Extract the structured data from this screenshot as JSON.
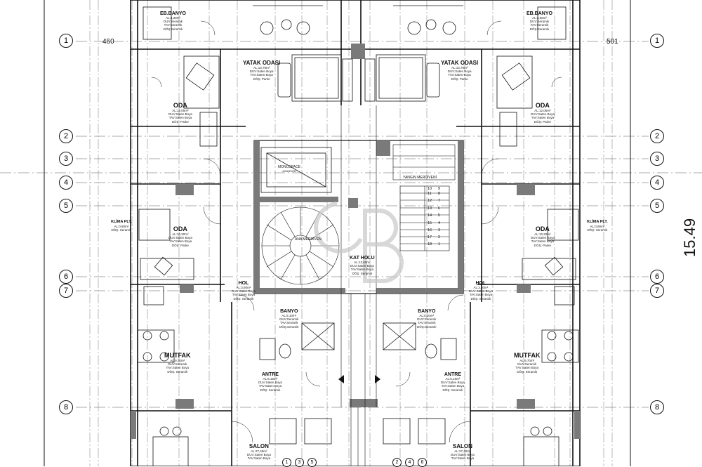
{
  "grid_axes": [
    "1",
    "2",
    "3",
    "4",
    "5",
    "6",
    "7",
    "8"
  ],
  "dimensions": {
    "left": "460",
    "right": "501"
  },
  "stair_steps": [
    "1",
    "2",
    "3",
    "4",
    "5",
    "6",
    "7",
    "8",
    "9",
    "10",
    "11",
    "12",
    "13",
    "14",
    "15",
    "16",
    "17",
    "18"
  ],
  "rooms": {
    "ebeveyn_banyo_l": {
      "name": "EB.BANYO",
      "lines": [
        "AL:3,30m²",
        "DUV:Seramik",
        "TAV:Seramik",
        "DÖŞ:Seramik"
      ]
    },
    "ebeveyn_banyo_r": {
      "name": "EB.BANYO",
      "lines": [
        "AL:3,30m²",
        "DUV:Seramik",
        "TAV:Seramik",
        "DÖŞ:Seramik"
      ]
    },
    "yatak_l": {
      "name": "YATAK ODASI",
      "lines": [
        "AL:13,78m²",
        "DUV:Saten Boya",
        "TAV:Saten Boya",
        "DÖŞ: Parke"
      ]
    },
    "yatak_r": {
      "name": "YATAK ODASI",
      "lines": [
        "AL:13,78m²",
        "DUV:Saten Boya",
        "TAV:Saten Boya",
        "DÖŞ: Parke"
      ]
    },
    "oda1_l": {
      "name": "ODA",
      "lines": [
        "AL:12,05m²",
        "DUV:Saten Boya",
        "TAV:Saten Boya",
        "DÖŞ: Parke"
      ]
    },
    "oda1_r": {
      "name": "ODA",
      "lines": [
        "AL:12,05m²",
        "DUV:Saten Boya",
        "TAV:Saten Boya",
        "DÖŞ: Parke"
      ]
    },
    "oda2_l": {
      "name": "ODA",
      "lines": [
        "AL:10,20m²",
        "DUV:Saten Boya",
        "TAV:Saten Boya",
        "DÖŞ: Parke"
      ]
    },
    "oda2_r": {
      "name": "ODA",
      "lines": [
        "AL:10,20m²",
        "DUV:Saten Boya",
        "TAV:Saten Boya",
        "DÖŞ: Parke"
      ]
    },
    "hol_l": {
      "name": "HOL",
      "lines": [
        "AL:3,60m²",
        "DUV:Saten Boya",
        "TAV:Saten Boya",
        "DÖŞ: Seramik"
      ]
    },
    "hol_r": {
      "name": "HOL",
      "lines": [
        "AL:3,60m²",
        "DUV:Saten Boya",
        "TAV:Saten Boya",
        "DÖŞ: Seramik"
      ]
    },
    "mutfak_l": {
      "name": "MUTFAK",
      "lines": [
        "AL:9,70m²",
        "DUV:Seramik",
        "TAV:Saten Boya",
        "DÖŞ: Seramik"
      ]
    },
    "mutfak_r": {
      "name": "MUTFAK",
      "lines": [
        "AL:9,70m²",
        "DUV:Seramik",
        "TAV:Saten Boya",
        "DÖŞ: Seramik"
      ]
    },
    "banyo_l": {
      "name": "BANYO",
      "lines": [
        "AL:5,10m²",
        "DUV:Seramik",
        "TAV:Seramik",
        "DÖŞ:Seramik"
      ]
    },
    "banyo_r": {
      "name": "BANYO",
      "lines": [
        "AL:5,10m²",
        "DUV:Seramik",
        "TAV:Seramik",
        "DÖŞ:Seramik"
      ]
    },
    "antre_l": {
      "name": "ANTRE",
      "lines": [
        "AL:6,15m²",
        "DUV:Saten Boya",
        "TAV:Saten Boya",
        "DÖŞ: Seramik"
      ]
    },
    "antre_r": {
      "name": "ANTRE",
      "lines": [
        "AL:6,15m²",
        "DUV:Saten Boya",
        "TAV:Saten Boya",
        "DÖŞ: Seramik"
      ]
    },
    "salon_l": {
      "name": "SALON",
      "lines": [
        "AL:27,40m²",
        "DUV:Saten Boya",
        "TAV:Saten Boya"
      ]
    },
    "salon_r": {
      "name": "SALON",
      "lines": [
        "AL:27,40m²",
        "DUV:Saten Boya",
        "TAV:Saten Boya"
      ]
    },
    "kat_holu": {
      "name": "KAT HOLU",
      "lines": [
        "AL:12,60m²",
        "DUV:Saten Boya",
        "TAV:Saten Boya",
        "DÖŞ: Seramik"
      ]
    },
    "klima_l": {
      "name": "KLİMA PLT.",
      "lines": [
        "AL:0,90m²",
        "DÖŞ: Seramik"
      ]
    },
    "klima_r": {
      "name": "KLİMA PLT.",
      "lines": [
        "AL:0,90m²",
        "DÖŞ: Seramik"
      ]
    },
    "mono": {
      "name": "MONOSPACE",
      "lines": [
        "ASANSÖR"
      ]
    },
    "yangin": {
      "name": "YANGIN MERDİVENİ",
      "lines": []
    },
    "ana_merdiven": {
      "name": "ANA MERDİVEN",
      "lines": []
    }
  },
  "salon_labels_l": [
    "1",
    "3",
    "5"
  ],
  "salon_labels_r": [
    "2",
    "4",
    "6"
  ],
  "right_edge_text": "15.49",
  "colors": {
    "line": "#111111",
    "dashed": "#555555",
    "wall": "#7a7a7a",
    "watermark": "#c8c8c8"
  }
}
